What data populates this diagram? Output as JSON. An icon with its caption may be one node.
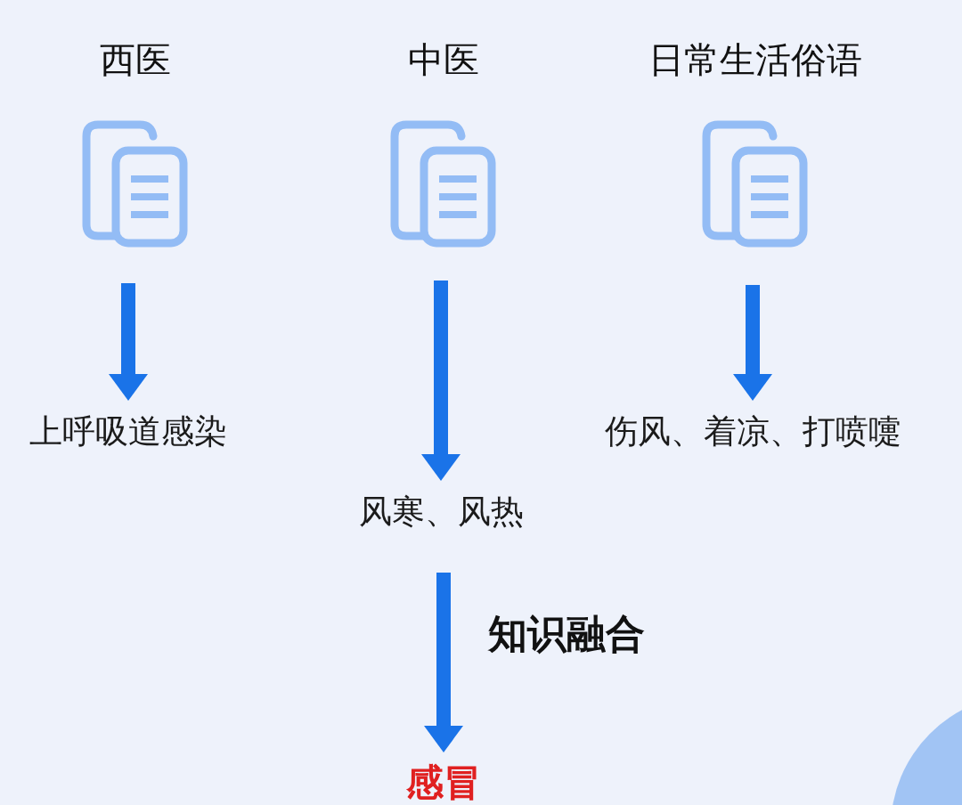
{
  "diagram": {
    "nodes": [
      {
        "text": [
          "西医"
        ]
      },
      {
        "text": [
          "中医"
        ]
      },
      {
        "text": [
          "日常生活俗语"
        ]
      },
      {
        "text": [
          "上呼吸道感染"
        ]
      },
      {
        "text": [
          "风寒、风热"
        ]
      },
      {
        "text": [
          "伤风、着凉、打喷嚏"
        ]
      },
      {
        "text": [
          "感冒"
        ]
      }
    ],
    "edges": [
      {
        "from": 0,
        "to": 3,
        "arrow": "to"
      },
      {
        "from": 1,
        "to": 4,
        "arrow": "to"
      },
      {
        "from": 2,
        "to": 5,
        "arrow": "to"
      },
      {
        "from": 4,
        "to": 6,
        "arrow": "to",
        "label": "知识融合"
      }
    ]
  }
}
